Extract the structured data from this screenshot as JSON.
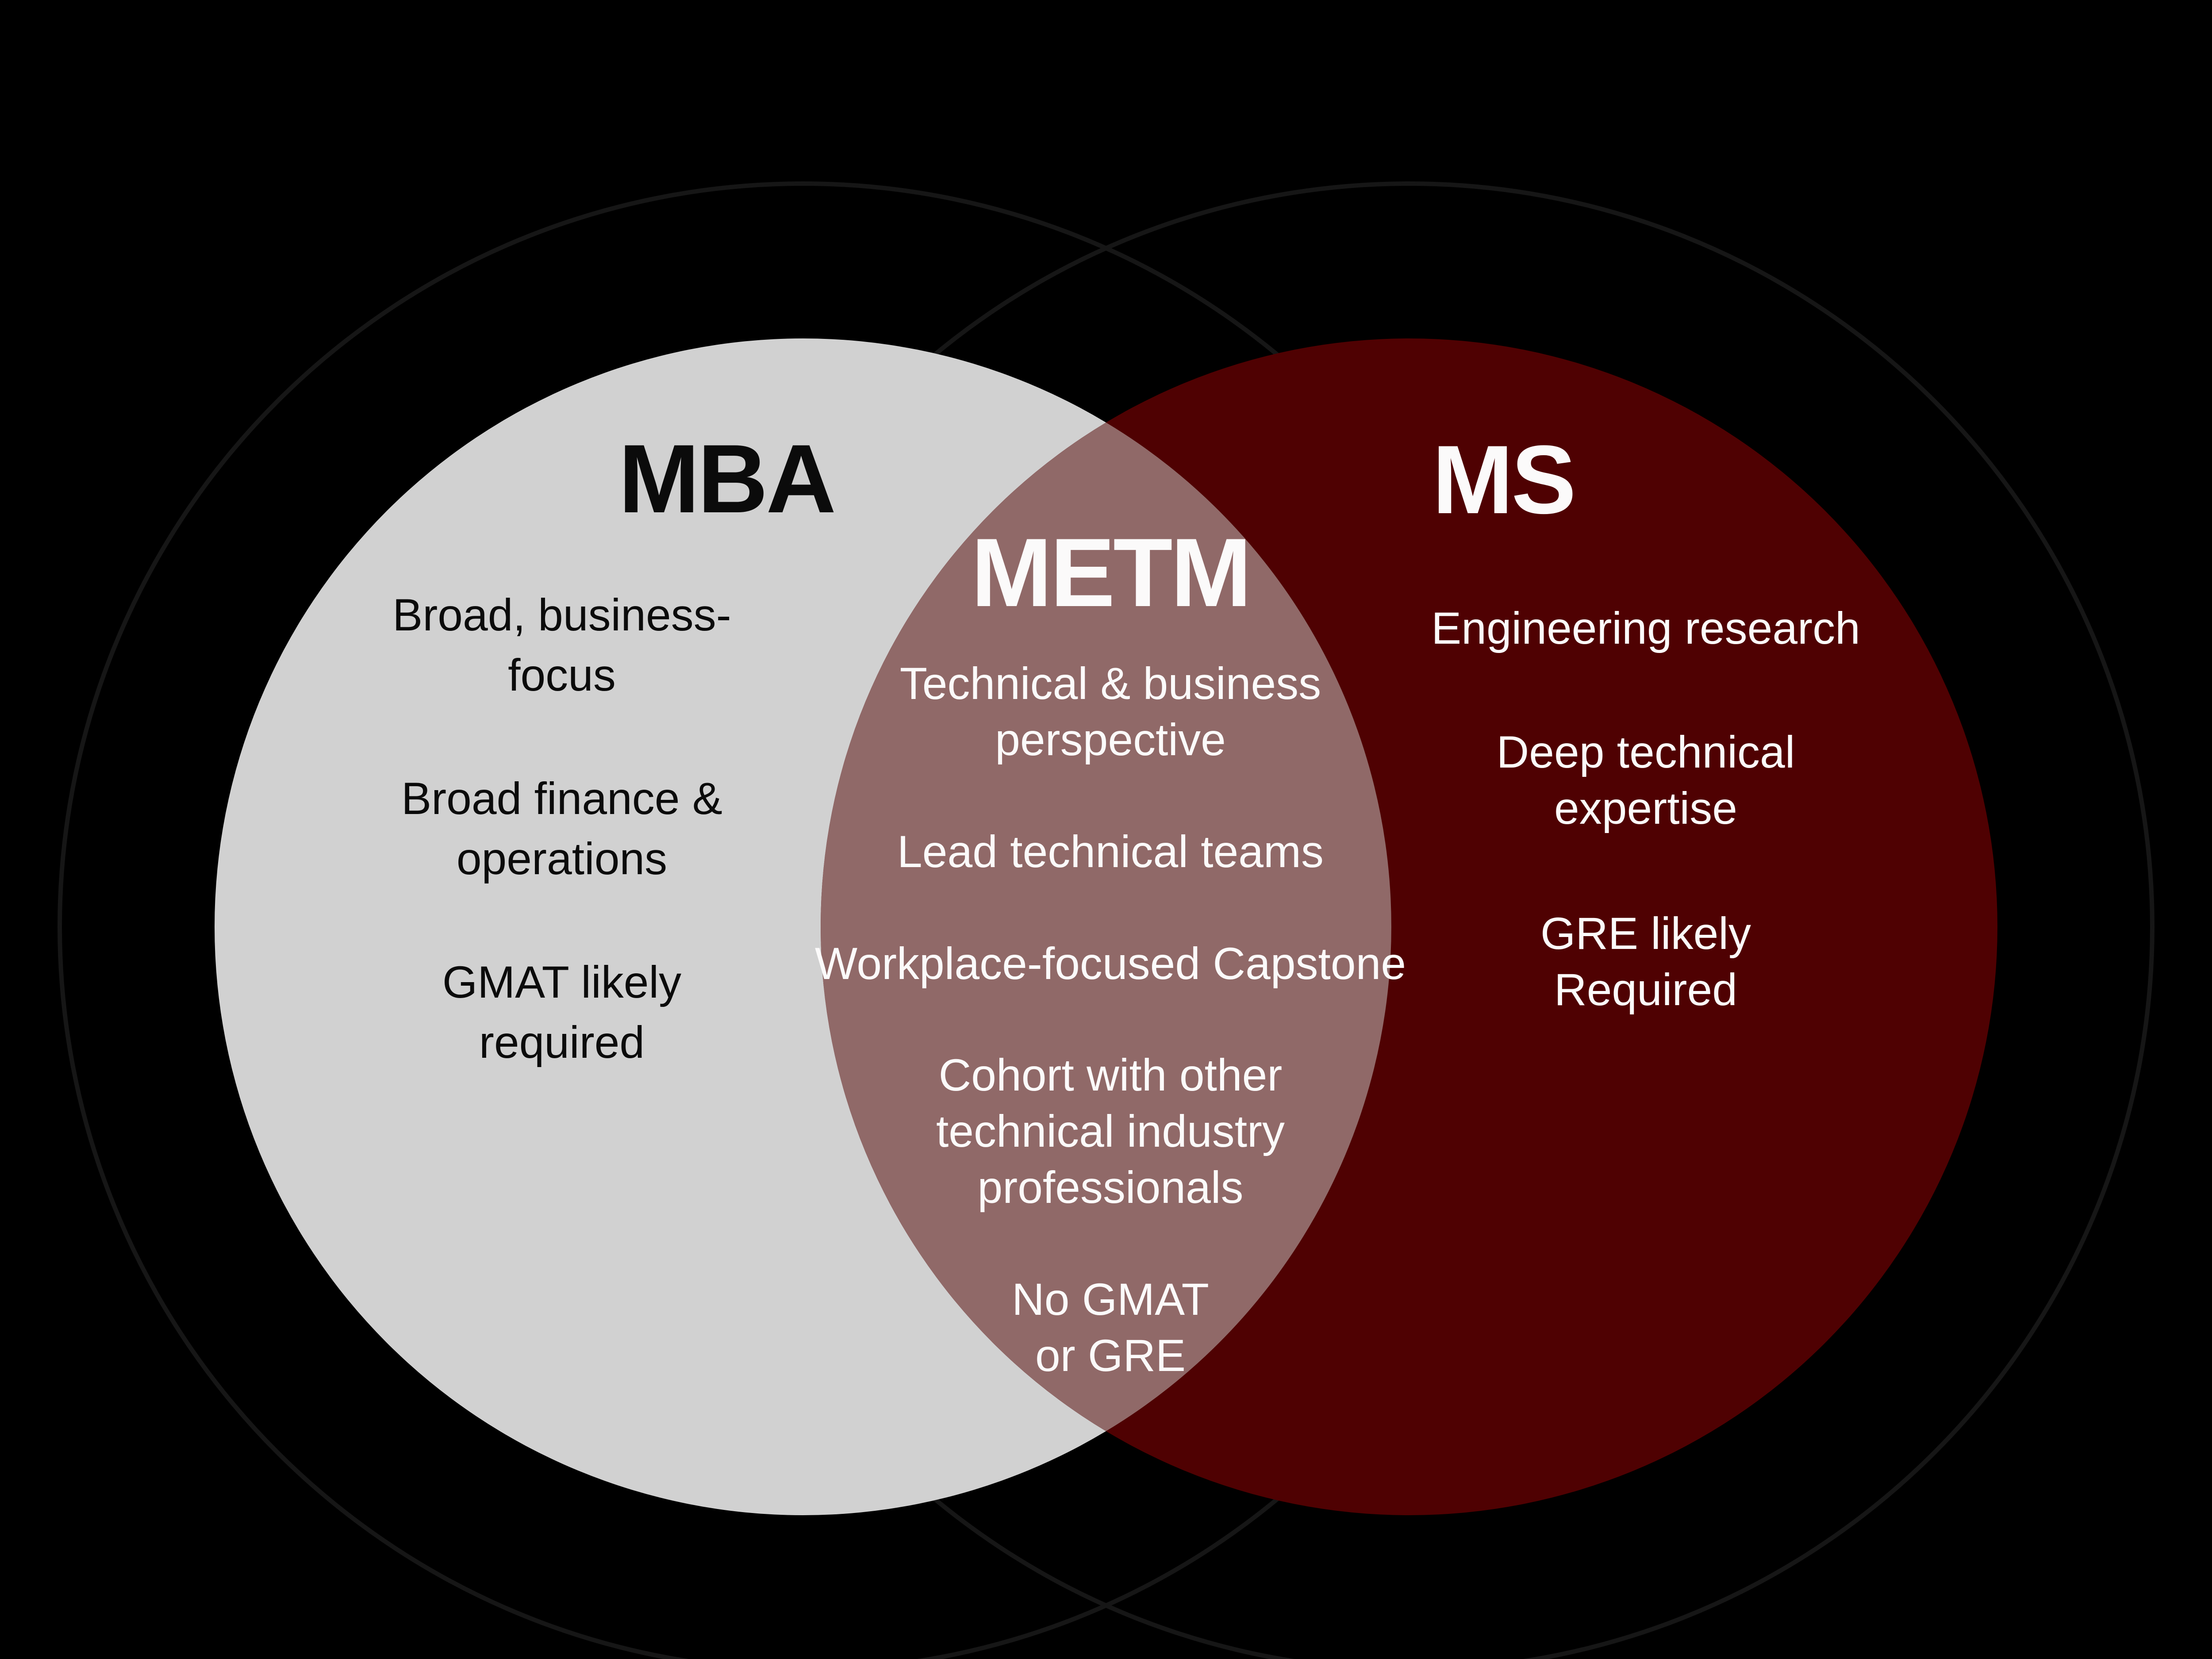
{
  "diagram": {
    "left": {
      "title": "MBA",
      "items": [
        [
          "Broad, business-",
          "focus"
        ],
        [
          "Broad finance &",
          "operations"
        ],
        [
          "GMAT likely",
          "required"
        ]
      ]
    },
    "overlap": {
      "title": "METM",
      "items": [
        [
          "Technical & business",
          "perspective"
        ],
        [
          "Lead technical teams"
        ],
        [
          "Workplace-focused Capstone"
        ],
        [
          "Cohort with other",
          "technical industry",
          "professionals"
        ],
        [
          "No GMAT",
          "or GRE"
        ]
      ]
    },
    "right": {
      "title": "MS",
      "items": [
        [
          "Engineering research"
        ],
        [
          "Deep technical",
          "expertise"
        ],
        [
          "GRE likely",
          "Required"
        ]
      ]
    },
    "colors": {
      "background": "#000000",
      "left_circle": "#d1d1d1",
      "right_circle": "#4f0102",
      "overlap_lens": "#906968",
      "decorative_ring": "#161616",
      "dark_text": "#0b0b0b",
      "light_text": "#fbfafa"
    }
  }
}
